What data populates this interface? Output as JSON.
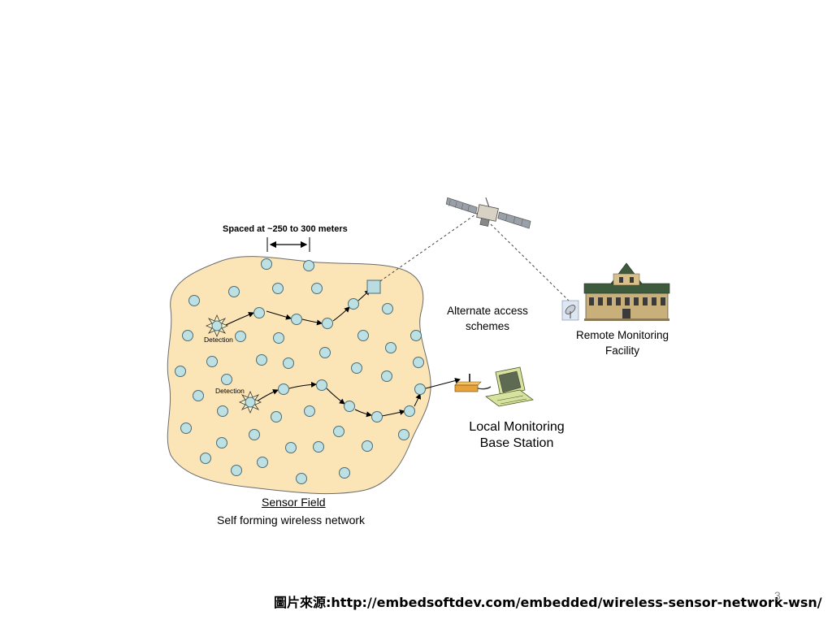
{
  "diagram": {
    "spacing_label": "Spaced at ~250 to 300 meters",
    "alternate_access_label": "Alternate access schemes",
    "remote_facility_label": "Remote Monitoring Facility",
    "local_station_label": "Local Monitoring Base Station",
    "sensor_field_title": "Sensor Field",
    "sensor_field_subtitle": "Self forming wireless network",
    "detection_labels": [
      "Detection",
      "Detection"
    ],
    "colors": {
      "field_fill": "#fbe5b6",
      "node_fill": "#bde0e2",
      "node_stroke": "#4a6d78",
      "gateway_fill": "#b9dce0",
      "building_roof": "#3d5a3d",
      "building_wall": "#c9b07a",
      "modem": "#e8a23a",
      "computer": "#d8e2a0"
    }
  },
  "footer": {
    "caption": "圖片來源:http://embedsoftdev.com/embedded/wireless-sensor-network-wsn/",
    "page_number": "3"
  }
}
